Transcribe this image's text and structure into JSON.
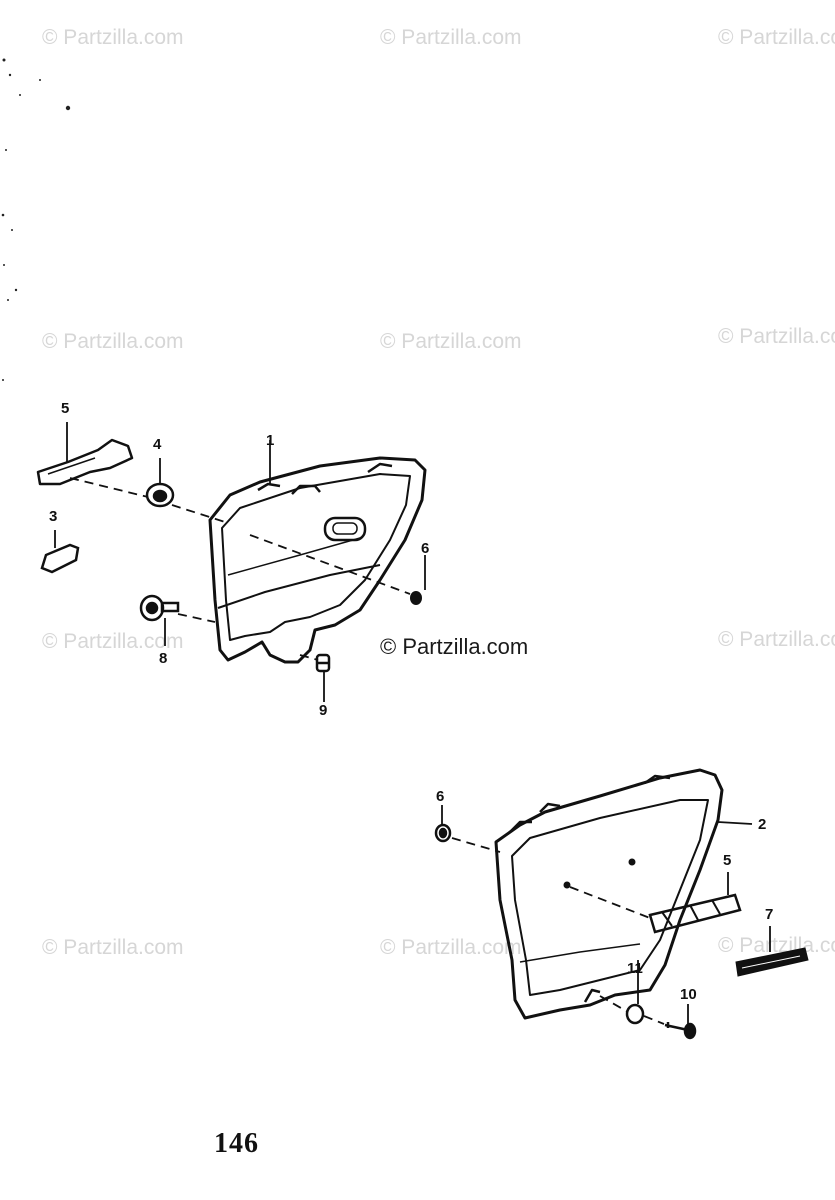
{
  "watermarks": {
    "text": "© Partzilla.com",
    "center_text": "© Partzilla.com"
  },
  "callouts": {
    "upper_5": "5",
    "upper_4": "4",
    "upper_1": "1",
    "upper_3": "3",
    "upper_6": "6",
    "upper_8": "8",
    "upper_9": "9",
    "lower_6": "6",
    "lower_2": "2",
    "lower_5": "5",
    "lower_7": "7",
    "lower_11": "11",
    "lower_10": "10"
  },
  "page_number": "146",
  "colors": {
    "ink": "#111111",
    "watermark": "#d6d6d6"
  }
}
